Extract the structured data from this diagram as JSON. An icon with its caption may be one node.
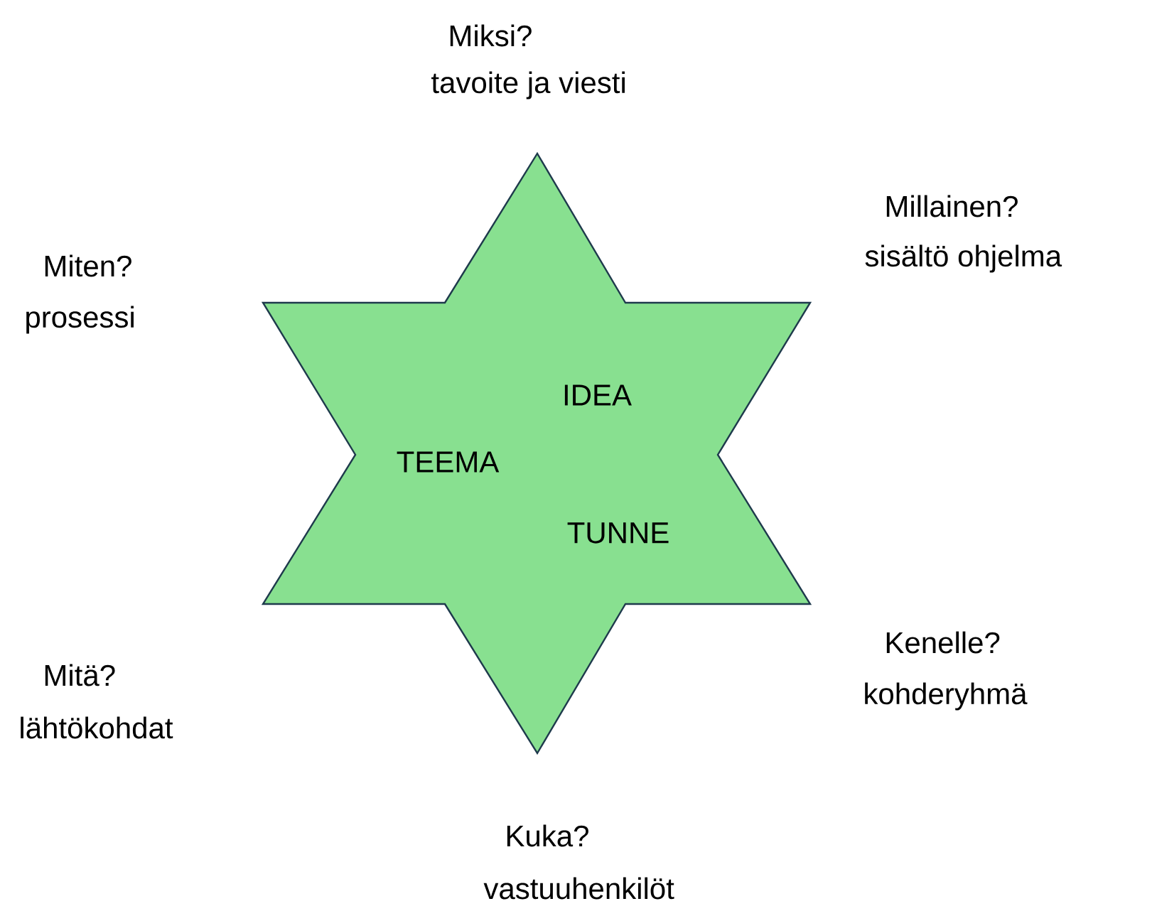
{
  "diagram": {
    "nodes": [
      {
        "text": [
          "IDEA",
          "TEEMA",
          "TUNNE"
        ]
      }
    ],
    "edges": [],
    "labels": [
      "Miksi?",
      "tavoite ja viesti",
      "Millainen?",
      "sisältö ohjelma",
      "Miten?",
      "prosessi",
      "Kenelle?",
      "kohderyhmä",
      "Mitä?",
      "lähtökohdat",
      "Kuka?",
      "vastuuhenkilöt"
    ]
  }
}
